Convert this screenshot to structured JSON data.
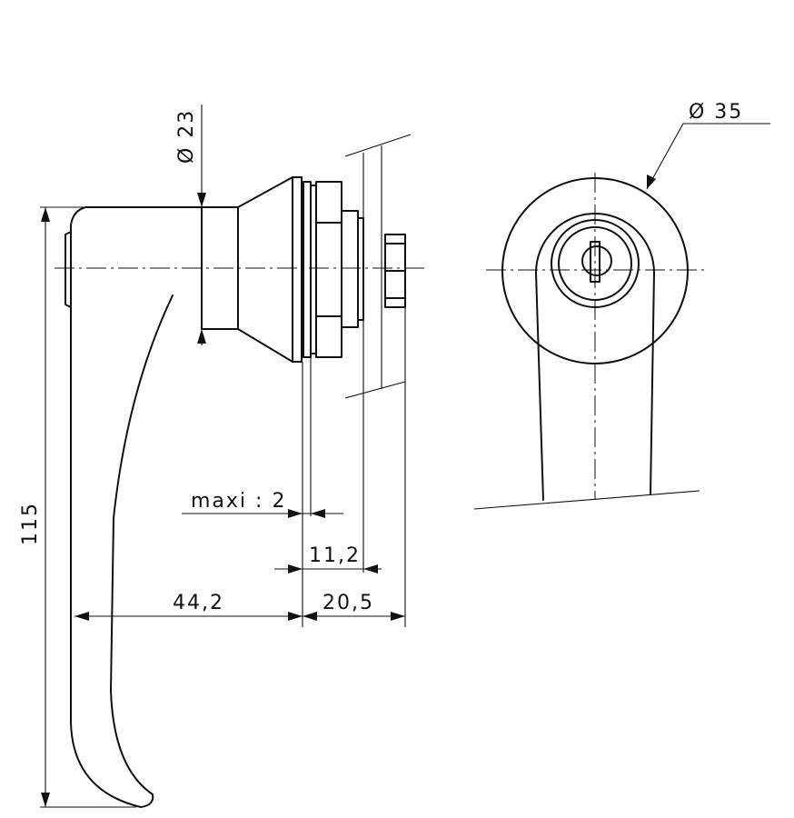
{
  "dimensions": {
    "diameter_shaft": "Ø 23",
    "diameter_rosette": "Ø 35",
    "max_thickness": "maxi : 2",
    "thread_length": "11,2",
    "lever_reach": "44,2",
    "total_depth": "20,5",
    "lever_height": "115"
  }
}
